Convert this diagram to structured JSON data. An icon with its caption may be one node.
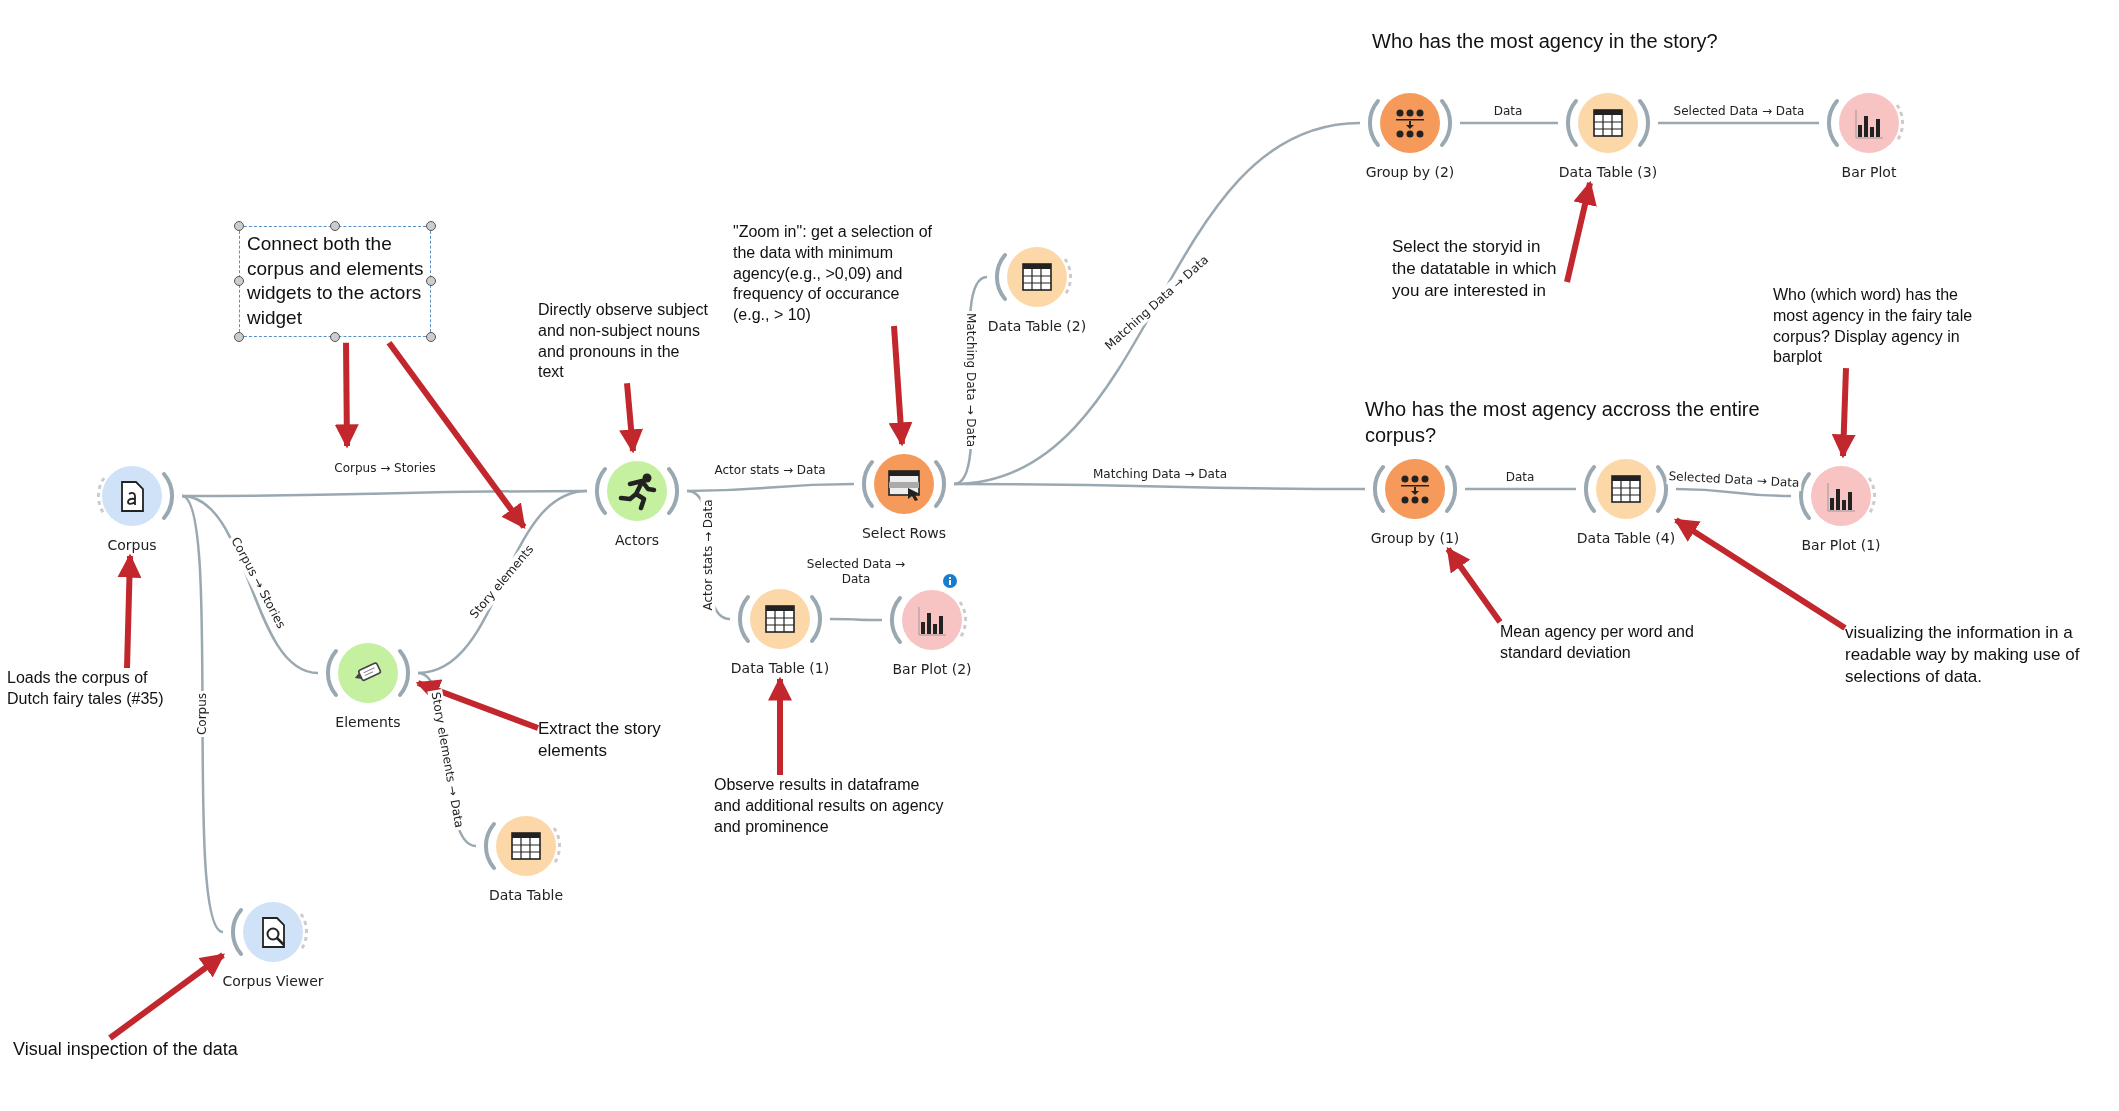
{
  "diagram": {
    "nodes": [
      {
        "text": [
          "Group by (2)"
        ]
      },
      {
        "text": [
          "Data Table (3)"
        ]
      },
      {
        "text": [
          "Bar Plot"
        ]
      },
      {
        "text": [
          "Connect both the corpus and elements widgets to the actors widget"
        ]
      },
      {
        "text": [
          "\"Zoom in\": get a selection of the data with minimum agency(e.g., >0,09) and frequency of occurance (e.g., > 10)"
        ]
      },
      {
        "text": [
          "Data Table (2)"
        ]
      },
      {
        "text": [
          "Select the storyid in the datatable in which you are interested in"
        ]
      },
      {
        "text": [
          "Directly observe subject and non-subject nouns and pronouns in the text"
        ]
      },
      {
        "text": [
          "Who (which word) has the most agency in the fairy tale corpus? Display agency in barplot"
        ]
      },
      {
        "text": [
          "Corpus"
        ]
      },
      {
        "text": [
          "Actors"
        ]
      },
      {
        "text": [
          "Select Rows"
        ]
      },
      {
        "text": [
          "Group by (1)"
        ]
      },
      {
        "text": [
          "Data Table (4)"
        ]
      },
      {
        "text": [
          "Bar Plot (1)"
        ]
      },
      {
        "text": [
          "Loads the corpus of Dutch fairy tales (#35)"
        ]
      },
      {
        "text": [
          "Mean agency per word and standard deviation"
        ]
      },
      {
        "text": [
          "visualizing the information in a readable way by making use of selections of data."
        ]
      },
      {
        "text": [
          "Data Table (1)"
        ]
      },
      {
        "text": [
          "Bar Plot (2)"
        ]
      },
      {
        "text": [
          "Elements"
        ]
      },
      {
        "text": [
          "Extract the story elements"
        ]
      },
      {
        "text": [
          "Observe results in dataframe and additional results on agency and prominence"
        ]
      },
      {
        "text": [
          "Data Table"
        ]
      },
      {
        "text": [
          "Corpus Viewer"
        ]
      },
      {
        "text": [
          "Visual inspection of the data"
        ]
      }
    ],
    "edges": [
      {
        "from": 9,
        "to": 10,
        "arrow": "none",
        "label": "Corpus → Stories"
      },
      {
        "from": 9,
        "to": 20,
        "arrow": "none",
        "label": "Corpus → Stories"
      },
      {
        "from": 9,
        "to": 24,
        "arrow": "none",
        "label": "Corpus"
      },
      {
        "from": 20,
        "to": 10,
        "arrow": "none",
        "label": "Story elements"
      },
      {
        "from": 20,
        "to": 23,
        "arrow": "none",
        "label": "Story elements → Data"
      },
      {
        "from": 10,
        "to": 11,
        "arrow": "none",
        "label": "Actor stats → Data"
      },
      {
        "from": 10,
        "to": 18,
        "arrow": "none",
        "label": "Actor stats → Data"
      },
      {
        "from": 18,
        "to": 19,
        "arrow": "none",
        "label": "Selected Data → Data"
      },
      {
        "from": 11,
        "to": 5,
        "arrow": "none",
        "label": "Matching Data → Data"
      },
      {
        "from": 11,
        "to": 0,
        "arrow": "none",
        "label": "Matching Data → Data"
      },
      {
        "from": 11,
        "to": 12,
        "arrow": "none",
        "label": "Matching Data → Data"
      },
      {
        "from": 0,
        "to": 1,
        "arrow": "none",
        "label": "Data"
      },
      {
        "from": 1,
        "to": 2,
        "arrow": "none",
        "label": "Selected Data → Data"
      },
      {
        "from": 12,
        "to": 13,
        "arrow": "none",
        "label": "Data"
      },
      {
        "from": 13,
        "to": 14,
        "arrow": "none",
        "label": "Selected Data → Data"
      },
      {
        "from": 3,
        "to": null,
        "arrow": "to",
        "style": "thick",
        "color": "#c1272d"
      },
      {
        "from": 3,
        "to": null,
        "arrow": "to",
        "style": "thick",
        "color": "#c1272d"
      },
      {
        "from": 7,
        "to": 10,
        "arrow": "to",
        "style": "thick",
        "color": "#c1272d"
      },
      {
        "from": 4,
        "to": 11,
        "arrow": "to",
        "style": "thick",
        "color": "#c1272d"
      },
      {
        "from": 6,
        "to": 1,
        "arrow": "to",
        "style": "thick",
        "color": "#c1272d"
      },
      {
        "from": 8,
        "to": 14,
        "arrow": "to",
        "style": "thick",
        "color": "#c1272d"
      },
      {
        "from": 15,
        "to": 9,
        "arrow": "to",
        "style": "thick",
        "color": "#c1272d"
      },
      {
        "from": 16,
        "to": 12,
        "arrow": "to",
        "style": "thick",
        "color": "#c1272d"
      },
      {
        "from": 17,
        "to": 13,
        "arrow": "to",
        "style": "thick",
        "color": "#c1272d"
      },
      {
        "from": 21,
        "to": 20,
        "arrow": "to",
        "style": "thick",
        "color": "#c1272d"
      },
      {
        "from": 22,
        "to": 18,
        "arrow": "to",
        "style": "thick",
        "color": "#c1272d"
      },
      {
        "from": 25,
        "to": 24,
        "arrow": "to",
        "style": "thick",
        "color": "#c1272d"
      }
    ],
    "labels": [
      "Who has the most agency in the story?",
      "Who has the most agency accross the entire corpus?"
    ]
  }
}
